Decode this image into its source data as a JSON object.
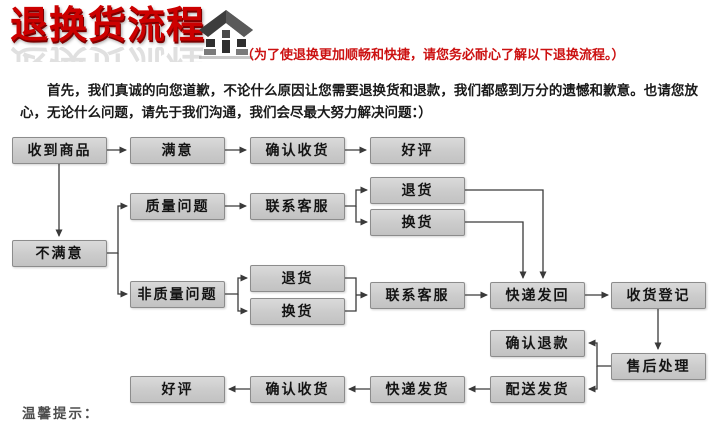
{
  "header": {
    "title": "退换货流程",
    "logo_icon": "house-icon",
    "subtitle": "（为了使退换更加顺畅和快捷，请您务必耐心了解以下退换流程。）",
    "title_color": "#cc0000",
    "subtitle_color": "#cc1111"
  },
  "intro": {
    "paragraph": "首先，我们真诚的向您道歉，不论什么原因让您需要退换货和退款，我们都感到万分的遗憾和歉意。也请您放心，无论什么问题，请先于我们沟通，我们会尽最大努力解决问题：）"
  },
  "flowchart": {
    "box_fill": "#cccccc",
    "box_border": "#8c8c8c",
    "arrow_color": "#3a3a3a",
    "nodes": [
      {
        "id": "receive-goods",
        "label": "收到商品"
      },
      {
        "id": "satisfied",
        "label": "满意"
      },
      {
        "id": "confirm-receipt-top",
        "label": "确认收货"
      },
      {
        "id": "good-review-top",
        "label": "好评"
      },
      {
        "id": "quality-issue",
        "label": "质量问题"
      },
      {
        "id": "contact-service-quality",
        "label": "联系客服"
      },
      {
        "id": "return-goods-quality",
        "label": "退货"
      },
      {
        "id": "exchange-goods-quality",
        "label": "换货"
      },
      {
        "id": "unsatisfied",
        "label": "不满意"
      },
      {
        "id": "non-quality-issue",
        "label": "非质量问题"
      },
      {
        "id": "return-goods-nonquality",
        "label": "退货"
      },
      {
        "id": "exchange-goods-nonquality",
        "label": "换货"
      },
      {
        "id": "contact-service-nonquality",
        "label": "联系客服"
      },
      {
        "id": "express-send-back",
        "label": "快递发回"
      },
      {
        "id": "receipt-registration",
        "label": "收货登记"
      },
      {
        "id": "confirm-refund",
        "label": "确认退款"
      },
      {
        "id": "after-sales-processing",
        "label": "售后处理"
      },
      {
        "id": "dispatch-shipment",
        "label": "配送发货"
      },
      {
        "id": "express-shipment",
        "label": "快递发货"
      },
      {
        "id": "confirm-receipt-bottom",
        "label": "确认收货"
      },
      {
        "id": "good-review-bottom",
        "label": "好评"
      }
    ]
  },
  "footer": {
    "tip_label": "温馨提示："
  }
}
